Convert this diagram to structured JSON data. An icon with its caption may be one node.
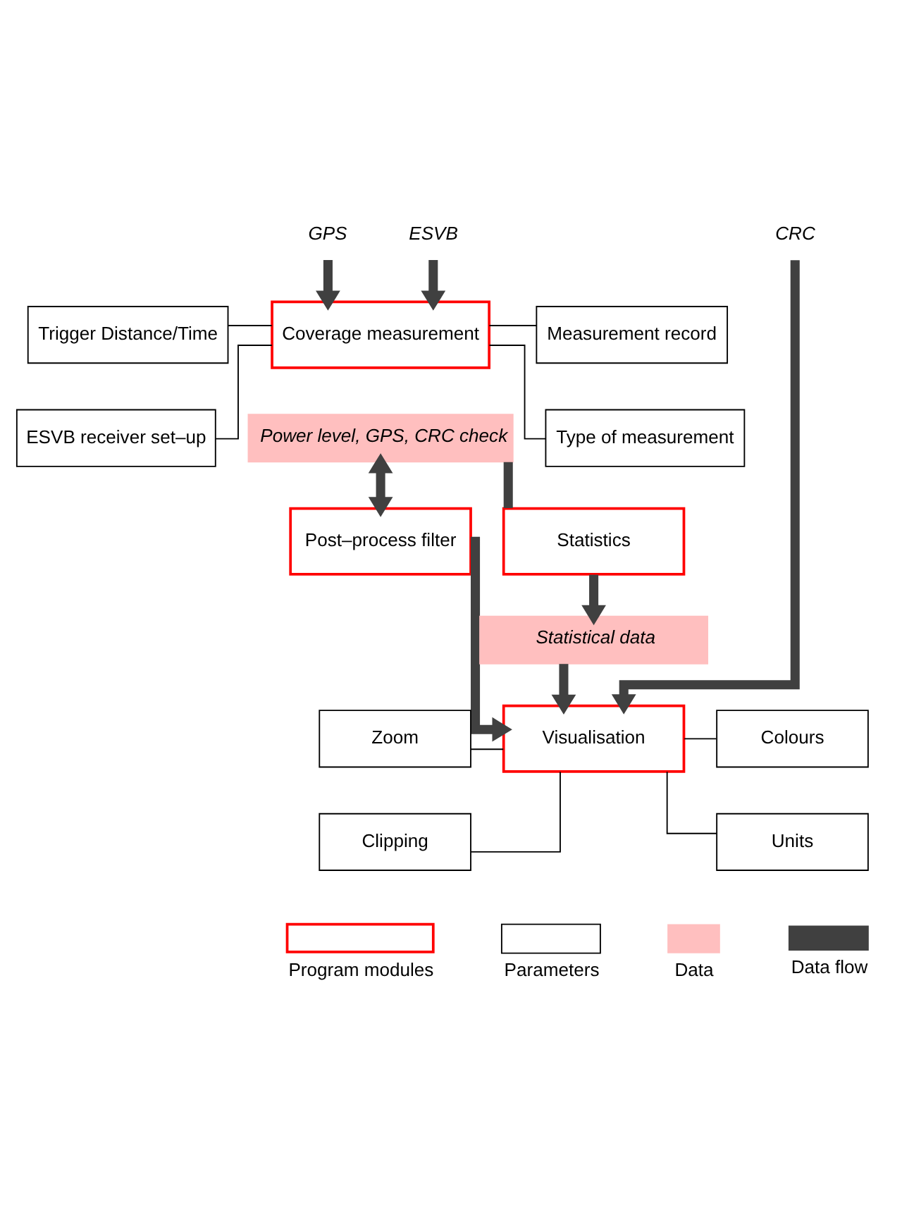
{
  "diagram": {
    "nodes": [
      {
        "text": [
          "GPS"
        ]
      },
      {
        "text": [
          "CRC"
        ]
      },
      {
        "text": [
          "ESVB"
        ]
      },
      {
        "text": [
          "Trigger Distance/Time"
        ]
      },
      {
        "text": [
          "ESVB receiver set–up"
        ]
      },
      {
        "text": [
          "Coverage measurement"
        ]
      },
      {
        "text": [
          "Measurement record"
        ]
      },
      {
        "text": [
          "Type of measurement"
        ]
      },
      {
        "text": [
          "Power level, GPS, CRC check"
        ]
      },
      {
        "text": [
          "Post–process filter"
        ]
      },
      {
        "text": [
          "Statistics"
        ]
      },
      {
        "text": [
          "Statistical data"
        ]
      },
      {
        "text": [
          "Zoom"
        ]
      },
      {
        "text": [
          "Clipping"
        ]
      },
      {
        "text": [
          "Visualisation"
        ]
      },
      {
        "text": [
          "Colours"
        ]
      },
      {
        "text": [
          "Units"
        ]
      }
    ],
    "edges": [
      {
        "from": 0,
        "to": 5,
        "arrow": "to",
        "style": "thick",
        "color": "#404040"
      },
      {
        "from": 1,
        "to": 14,
        "arrow": "to",
        "style": "thick",
        "color": "#404040"
      },
      {
        "from": 2,
        "to": 5,
        "arrow": "to",
        "style": "thick",
        "color": "#404040"
      },
      {
        "from": 3,
        "to": 5,
        "arrow": "none"
      },
      {
        "from": 5,
        "to": 6,
        "arrow": "none"
      },
      {
        "from": 4,
        "to": 5,
        "arrow": "none"
      },
      {
        "from": 5,
        "to": 7,
        "arrow": "none"
      },
      {
        "from": 8,
        "to": 9,
        "arrow": "both",
        "style": "thick",
        "color": "#404040"
      },
      {
        "from": 8,
        "to": 10,
        "arrow": "none",
        "style": "thick",
        "color": "#404040"
      },
      {
        "from": 10,
        "to": 11,
        "arrow": "to",
        "style": "thick",
        "color": "#404040"
      },
      {
        "from": 9,
        "to": 14,
        "arrow": "to",
        "style": "thick",
        "color": "#404040"
      },
      {
        "from": 11,
        "to": 14,
        "arrow": "to",
        "style": "thick",
        "color": "#404040"
      },
      {
        "from": 12,
        "to": 14,
        "arrow": "none"
      },
      {
        "from": 14,
        "to": 15,
        "arrow": "none"
      },
      {
        "from": 13,
        "to": 14,
        "arrow": "none"
      },
      {
        "from": 14,
        "to": 16,
        "arrow": "none"
      }
    ],
    "legend": [
      {
        "text": "Program modules"
      },
      {
        "text": "Parameters"
      },
      {
        "text": "Data",
        "color": "#ffbfbf"
      },
      {
        "text": "Data flow"
      }
    ]
  }
}
